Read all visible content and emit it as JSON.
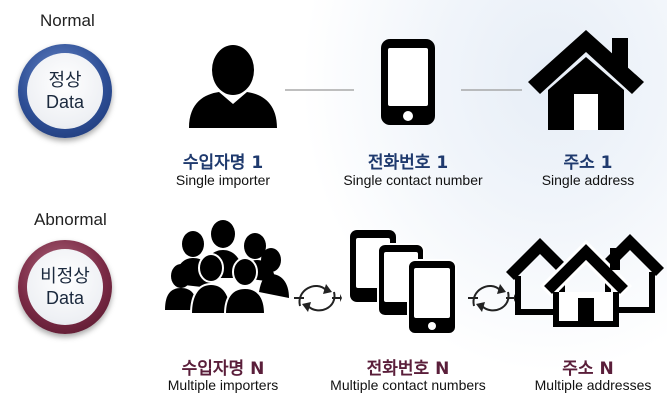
{
  "normal": {
    "section_label": "Normal",
    "badge": {
      "line1": "정상",
      "line2": "Data"
    },
    "items": [
      {
        "title": "수입자명 1",
        "subtitle": "Single importer"
      },
      {
        "title": "전화번호 1",
        "subtitle": "Single contact number"
      },
      {
        "title": "주소 1",
        "subtitle": "Single address"
      }
    ]
  },
  "abnormal": {
    "section_label": "Abnormal",
    "badge": {
      "line1": "비정상",
      "line2": "Data"
    },
    "items": [
      {
        "title": "수입자명 N",
        "subtitle": "Multiple importers"
      },
      {
        "title": "전화번호 N",
        "subtitle": "Multiple contact numbers"
      },
      {
        "title": "주소 N",
        "subtitle": "Multiple addresses"
      }
    ]
  },
  "icons": {
    "person": "person-icon",
    "phone": "smartphone-icon",
    "house": "house-icon",
    "people": "group-of-people-icon",
    "phones": "multiple-smartphones-icon",
    "houses": "multiple-houses-icon",
    "link": "circular-arrows-icon"
  },
  "colors": {
    "normal_badge": "#2e4f96",
    "abnormal_badge": "#7a2a45",
    "normal_title": "#1f3a6e",
    "abnormal_title": "#5a1e3a"
  }
}
